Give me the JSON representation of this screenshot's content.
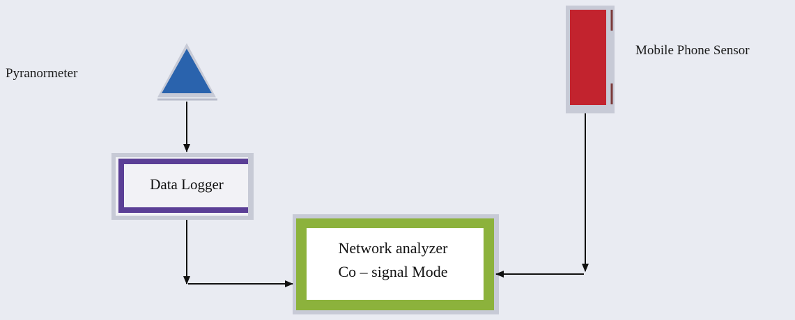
{
  "nodes": {
    "pyranometer": {
      "label": "Pyranormeter"
    },
    "mobile_sensor": {
      "label": "Mobile Phone Sensor"
    },
    "data_logger": {
      "label": "Data Logger"
    },
    "network_analyzer": {
      "line1": "Network analyzer",
      "line2": "Co – signal Mode"
    }
  },
  "colors": {
    "background": "#e9ebf2",
    "triangle": "#2a63ad",
    "phone": "#c2232e",
    "logger_frame": "#5b3f96",
    "analyzer_frame": "#8cb23c",
    "arrow": "#111111"
  }
}
